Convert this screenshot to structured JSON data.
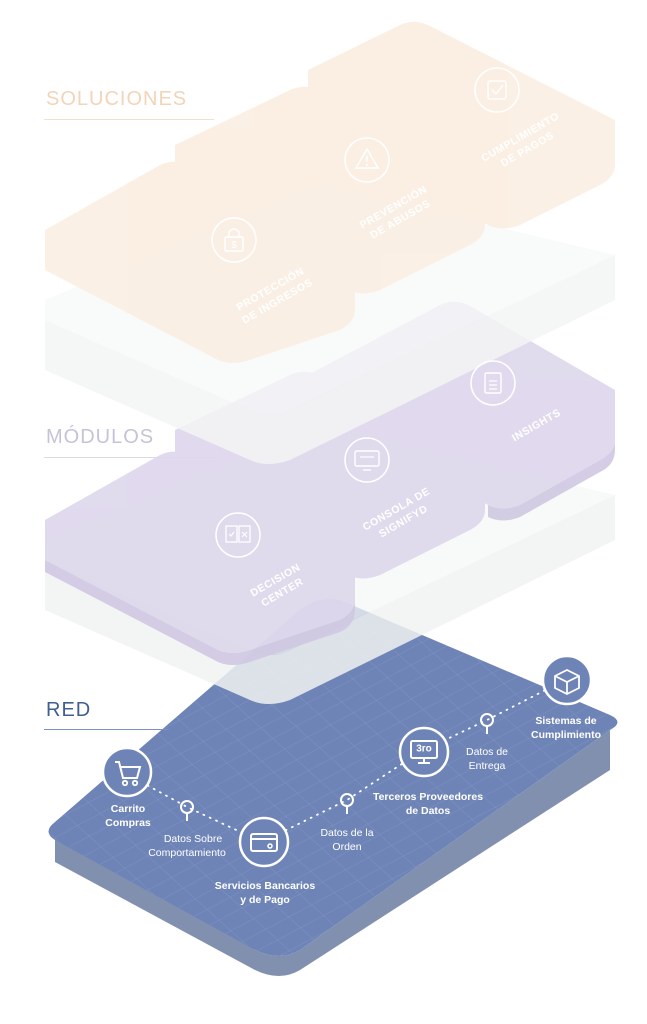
{
  "sections": {
    "soluciones": "SOLUCIONES",
    "modulos": "MÓDULOS",
    "red": "RED"
  },
  "soluciones": {
    "tile1": [
      "PROTECCIÓN",
      "DE INGRESOS"
    ],
    "tile2": [
      "PREVENCIÓN",
      "DE ABUSOS"
    ],
    "tile3": [
      "CUMPLIMIENTO",
      "DE PAGOS"
    ]
  },
  "modulos": {
    "tile1": [
      "DECISION",
      "CENTER"
    ],
    "tile2": [
      "CONSOLA DE",
      "SIGNIFYD"
    ],
    "tile3": [
      "INSIGHTS"
    ]
  },
  "red": {
    "carrito": [
      "Carrito",
      "Compras"
    ],
    "datos_comportamiento": [
      "Datos Sobre",
      "Comportamiento"
    ],
    "servicios": [
      "Servicios Bancarios",
      "y de Pago"
    ],
    "datos_orden": [
      "Datos de la",
      "Orden"
    ],
    "terceros": [
      "Terceros Proveedores",
      "de Datos"
    ],
    "datos_entrega": [
      "Datos de",
      "Entrega"
    ],
    "sistemas": [
      "Sistemas de",
      "Cumplimiento"
    ],
    "terceros_badge": "3ro"
  },
  "colors": {
    "soluciones_tile": "#fbeee2",
    "modulos_tile": "#ddd6ec",
    "red_top": "#6f84b6",
    "red_side": "#8290b0",
    "label_soluciones": "#f3d4b8",
    "label_modulos": "#c8c2d8",
    "label_red": "#3f5f92"
  },
  "icons": [
    "padlock-dollar-icon",
    "warning-triangle-icon",
    "checkbox-icon",
    "decision-cards-icon",
    "monitor-icon",
    "report-icon",
    "shopping-cart-icon",
    "credit-card-icon",
    "monitor-3ro-icon",
    "package-box-icon",
    "map-pin-icon"
  ]
}
